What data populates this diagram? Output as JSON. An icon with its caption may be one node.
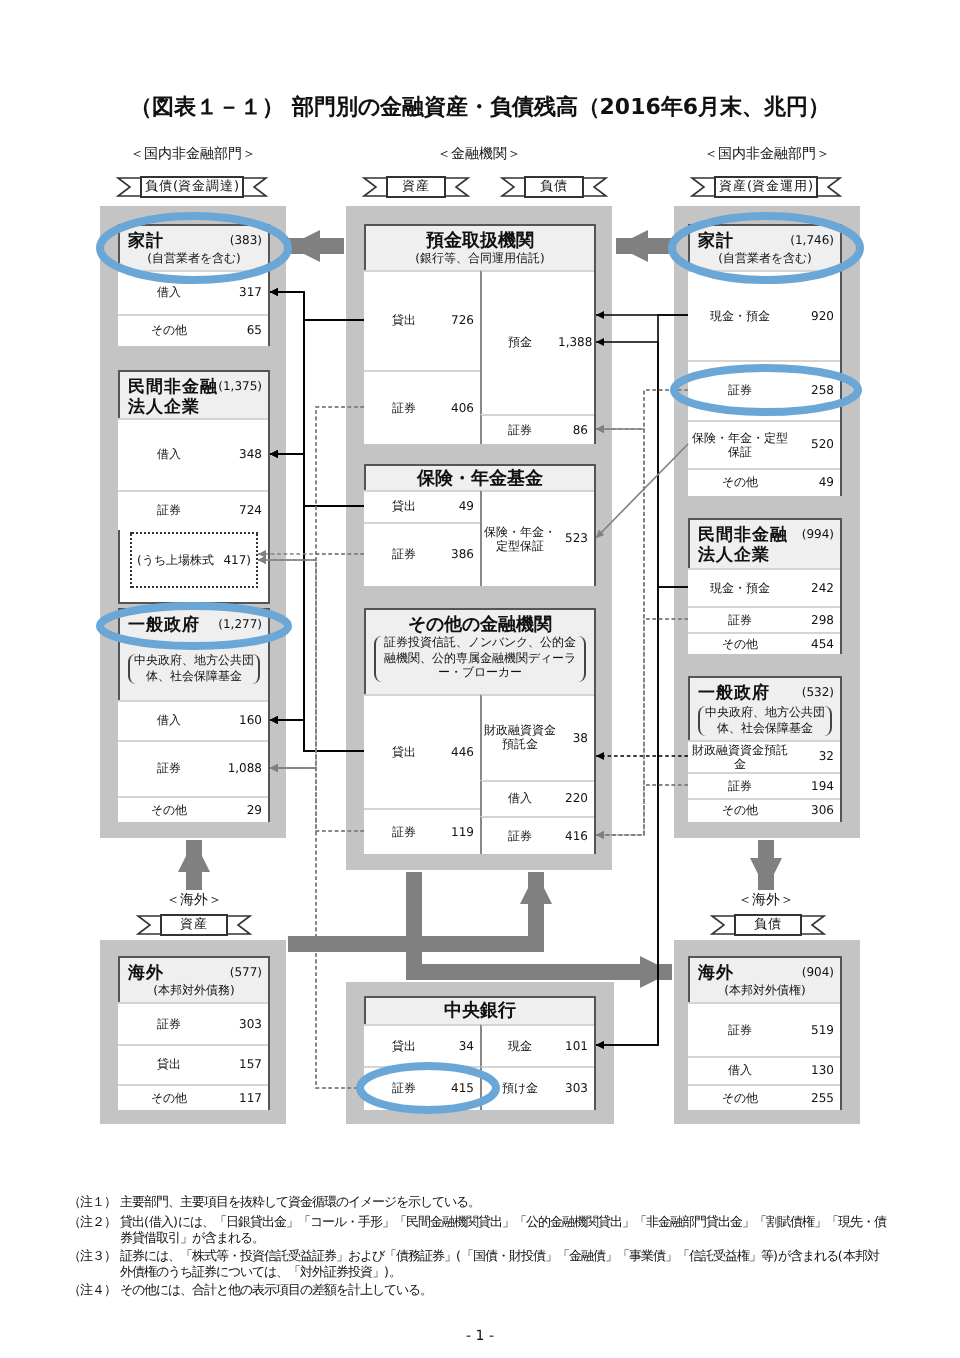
{
  "diagram": {
    "title": "（図表１－１） 部門別の金融資産・負債残高（2016年6月末、兆円）",
    "nodes": [
      {
        "text": [],
        "shape": "box"
      },
      {
        "text": [
          "家計",
          "(383)",
          "(自営業者を含む)"
        ],
        "in": 0
      },
      {
        "text": [
          "借入",
          "317"
        ],
        "in": 1
      },
      {
        "text": [
          "その他",
          "65"
        ],
        "in": 1
      },
      {
        "text": [
          "民間非金融法人企業",
          "(1,375)"
        ],
        "in": 0
      },
      {
        "text": [
          "借入",
          "348"
        ],
        "in": 4
      },
      {
        "text": [
          "証券",
          "724"
        ],
        "in": 4
      },
      {
        "text": [
          "(うち上場株式",
          "417)"
        ],
        "in": 4
      },
      {
        "text": [
          "一般政府",
          "(1,277)",
          "中央政府、地方公共団体、社会保障基金"
        ],
        "in": 0
      },
      {
        "text": [
          "借入",
          "160"
        ],
        "in": 8
      },
      {
        "text": [
          "証券",
          "1,088"
        ],
        "in": 8
      },
      {
        "text": [
          "その他",
          "29"
        ],
        "in": 8
      },
      {
        "text": [],
        "shape": "box"
      },
      {
        "text": [
          "預金取扱機関",
          "(銀行等、合同運用信託)"
        ],
        "in": 12
      },
      {
        "text": [
          "貸出",
          "726"
        ],
        "in": 13
      },
      {
        "text": [
          "証券",
          "406"
        ],
        "in": 13
      },
      {
        "text": [
          "預金",
          "1,388"
        ],
        "in": 13
      },
      {
        "text": [
          "証券",
          "86"
        ],
        "in": 13
      },
      {
        "text": [
          "保険・年金基金"
        ],
        "in": 12
      },
      {
        "text": [
          "貸出",
          "49"
        ],
        "in": 18
      },
      {
        "text": [
          "証券",
          "386"
        ],
        "in": 18
      },
      {
        "text": [
          "保険・年金・定型保証",
          "523"
        ],
        "in": 18
      },
      {
        "text": [
          "その他の金融機関",
          "証券投資信託、ノンバンク、公的金融機関、公的専属金融機関ディーラー・ブローカー"
        ],
        "in": 12
      },
      {
        "text": [
          "貸出",
          "446"
        ],
        "in": 22
      },
      {
        "text": [
          "証券",
          "119"
        ],
        "in": 22
      },
      {
        "text": [
          "財政融資資金預託金",
          "38"
        ],
        "in": 22
      },
      {
        "text": [
          "借入",
          "220"
        ],
        "in": 22
      },
      {
        "text": [
          "証券",
          "416"
        ],
        "in": 22
      },
      {
        "text": [],
        "shape": "box"
      },
      {
        "text": [
          "家計",
          "(1,746)",
          "(自営業者を含む)"
        ],
        "in": 28
      },
      {
        "text": [
          "現金・預金",
          "920"
        ],
        "in": 29
      },
      {
        "text": [
          "証券",
          "258"
        ],
        "in": 29
      },
      {
        "text": [
          "保険・年金・定型保証",
          "520"
        ],
        "in": 29
      },
      {
        "text": [
          "その他",
          "49"
        ],
        "in": 29
      },
      {
        "text": [
          "民間非金融法人企業",
          "(994)"
        ],
        "in": 28
      },
      {
        "text": [
          "現金・預金",
          "242"
        ],
        "in": 34
      },
      {
        "text": [
          "証券",
          "298"
        ],
        "in": 34
      },
      {
        "text": [
          "その他",
          "454"
        ],
        "in": 34
      },
      {
        "text": [
          "一般政府",
          "(532)",
          "中央政府、地方公共団体、社会保障基金"
        ],
        "in": 28
      },
      {
        "text": [
          "財政融資資金預託金",
          "32"
        ],
        "in": 38
      },
      {
        "text": [
          "証券",
          "194"
        ],
        "in": 38
      },
      {
        "text": [
          "その他",
          "306"
        ],
        "in": 38
      },
      {
        "text": [],
        "shape": "box"
      },
      {
        "text": [
          "海外",
          "(577)",
          "(本邦対外債務)"
        ],
        "in": 42
      },
      {
        "text": [
          "証券",
          "303"
        ],
        "in": 43
      },
      {
        "text": [
          "貸出",
          "157"
        ],
        "in": 43
      },
      {
        "text": [
          "その他",
          "117"
        ],
        "in": 43
      },
      {
        "text": [],
        "shape": "box"
      },
      {
        "text": [
          "中央銀行"
        ],
        "in": 47
      },
      {
        "text": [
          "貸出",
          "34"
        ],
        "in": 48
      },
      {
        "text": [
          "証券",
          "415"
        ],
        "in": 48
      },
      {
        "text": [
          "現金",
          "101"
        ],
        "in": 48
      },
      {
        "text": [
          "預け金",
          "303"
        ],
        "in": 48
      },
      {
        "text": [],
        "shape": "box"
      },
      {
        "text": [
          "海外",
          "(904)",
          "(本邦対外債権)"
        ],
        "in": 53
      },
      {
        "text": [
          "証券",
          "519"
        ],
        "in": 54
      },
      {
        "text": [
          "借入",
          "130"
        ],
        "in": 54
      },
      {
        "text": [
          "その他",
          "255"
        ],
        "in": 54
      },
      {
        "text": [
          "＜海外＞"
        ]
      },
      {
        "text": [
          "＜海外＞"
        ]
      }
    ],
    "edges": [
      {
        "from": 28,
        "to": 12,
        "arrow": "to",
        "style": "thick",
        "color": "#808080"
      },
      {
        "from": 12,
        "to": 0,
        "arrow": "to",
        "style": "thick",
        "color": "#808080"
      },
      {
        "from": 58,
        "to": 0,
        "arrow": "to",
        "style": "thick",
        "color": "#808080"
      },
      {
        "from": 28,
        "to": 59,
        "arrow": "to",
        "style": "thick",
        "color": "#808080"
      },
      {
        "from": 42,
        "to": 12,
        "arrow": "to",
        "style": "thick",
        "color": "#808080"
      },
      {
        "from": 12,
        "to": 53,
        "arrow": "to",
        "style": "thick",
        "color": "#808080"
      },
      {
        "from": 14,
        "to": 2,
        "arrow": "to",
        "color": "#000000"
      },
      {
        "from": 14,
        "to": 5,
        "arrow": "to",
        "color": "#000000"
      },
      {
        "from": 14,
        "to": 9,
        "arrow": "to",
        "color": "#000000"
      },
      {
        "from": 19,
        "to": 2,
        "arrow": "to",
        "color": "#000000"
      },
      {
        "from": 19,
        "to": 5,
        "arrow": "to",
        "color": "#000000"
      },
      {
        "from": 19,
        "to": 9,
        "arrow": "to",
        "color": "#000000"
      },
      {
        "from": 23,
        "to": 2,
        "arrow": "to",
        "color": "#000000"
      },
      {
        "from": 23,
        "to": 5,
        "arrow": "to",
        "color": "#000000"
      },
      {
        "from": 23,
        "to": 9,
        "arrow": "to",
        "color": "#000000"
      },
      {
        "from": 15,
        "to": 7,
        "arrow": "to",
        "style": "dashed",
        "color": "#808080"
      },
      {
        "from": 15,
        "to": 10,
        "arrow": "to",
        "style": "dashed",
        "color": "#808080"
      },
      {
        "from": 20,
        "to": 7,
        "arrow": "to",
        "style": "dashed",
        "color": "#808080"
      },
      {
        "from": 20,
        "to": 10,
        "arrow": "to",
        "style": "dashed",
        "color": "#808080"
      },
      {
        "from": 24,
        "to": 7,
        "arrow": "to",
        "style": "dashed",
        "color": "#808080"
      },
      {
        "from": 24,
        "to": 10,
        "arrow": "to",
        "style": "dashed",
        "color": "#808080"
      },
      {
        "from": 50,
        "to": 7,
        "arrow": "to",
        "style": "dashed",
        "color": "#808080"
      },
      {
        "from": 50,
        "to": 10,
        "arrow": "to",
        "style": "dashed",
        "color": "#808080"
      },
      {
        "from": 30,
        "to": 16,
        "arrow": "to",
        "color": "#000000"
      },
      {
        "from": 30,
        "to": 51,
        "arrow": "to",
        "color": "#000000"
      },
      {
        "from": 35,
        "to": 16,
        "arrow": "to",
        "color": "#000000"
      },
      {
        "from": 35,
        "to": 51,
        "arrow": "to",
        "color": "#000000"
      },
      {
        "from": 32,
        "to": 21,
        "arrow": "to",
        "color": "#808080"
      },
      {
        "from": 39,
        "to": 25,
        "arrow": "to",
        "style": "dashed",
        "color": "#000000"
      },
      {
        "from": 31,
        "to": 17,
        "arrow": "to",
        "style": "dashed",
        "color": "#808080"
      },
      {
        "from": 31,
        "to": 27,
        "arrow": "to",
        "style": "dashed",
        "color": "#808080"
      },
      {
        "from": 36,
        "to": 17,
        "arrow": "to",
        "style": "dashed",
        "color": "#808080"
      },
      {
        "from": 36,
        "to": 27,
        "arrow": "to",
        "style": "dashed",
        "color": "#808080"
      },
      {
        "from": 40,
        "to": 17,
        "arrow": "to",
        "style": "dashed",
        "color": "#808080"
      },
      {
        "from": 40,
        "to": 27,
        "arrow": "to",
        "style": "dashed",
        "color": "#808080"
      }
    ],
    "labels": [
      "＜国内非金融部門＞",
      "＜金融機関＞",
      "＜国内非金融部門＞",
      "負債(資金調達)",
      "資産",
      "負債",
      "資産(資金運用)",
      "資産",
      "負債",
      "（注１）",
      "主要部門、主要項目を抜粋して資金循環のイメージを示している。",
      "（注２）",
      "貸出(借入)には、「日銀貸出金」「コール・手形」「民間金融機関貸出」「公的金融機関貸出」「非金融部門貸出金」「割賦債権」「現先・債券貸借取引」が含まれる。",
      "（注３）",
      "証券には、「株式等・投資信託受益証券」および「債務証券」(「国債・財投債」「金融債」「事業債」「信託受益権」等)が含まれる(本邦対外債権のうち証券については、「対外証券投資」)。",
      "（注４）",
      "その他には、合計と他の表示項目の差額を計上している。",
      "- 1 -"
    ]
  }
}
